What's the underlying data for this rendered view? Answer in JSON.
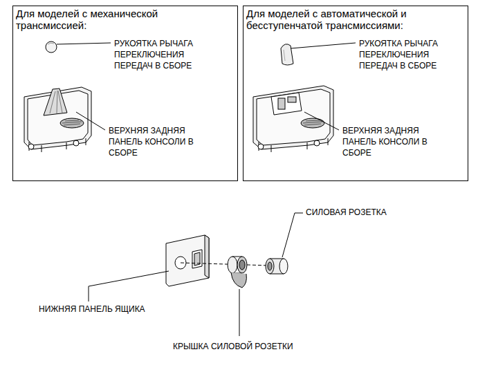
{
  "diagram": {
    "nodes": [
      {
        "text": [
          "Для моделей с механической трансмиссией:",
          "РУКОЯТКА РЫЧАГА ПЕРЕКЛЮЧЕНИЯ ПЕРЕДАЧ В СБОРЕ",
          "ВЕРХНЯЯ ЗАДНЯЯ ПАНЕЛЬ КОНСОЛИ В СБОРЕ"
        ]
      },
      {
        "text": [
          "Для моделей с автоматической и бесступенчатой трансмиссиями:",
          "РУКОЯТКА РЫЧАГА ПЕРЕКЛЮЧЕНИЯ ПЕРЕДАЧ В СБОРЕ",
          "ВЕРХНЯЯ ЗАДНЯЯ ПАНЕЛЬ КОНСОЛИ В СБОРЕ"
        ]
      }
    ],
    "labels": [
      "СИЛОВАЯ РОЗЕТКА",
      "НИЖНЯЯ ПАНЕЛЬ ЯЩИКА",
      "КРЫШКА СИЛОВОЙ РОЗЕТКИ"
    ]
  }
}
